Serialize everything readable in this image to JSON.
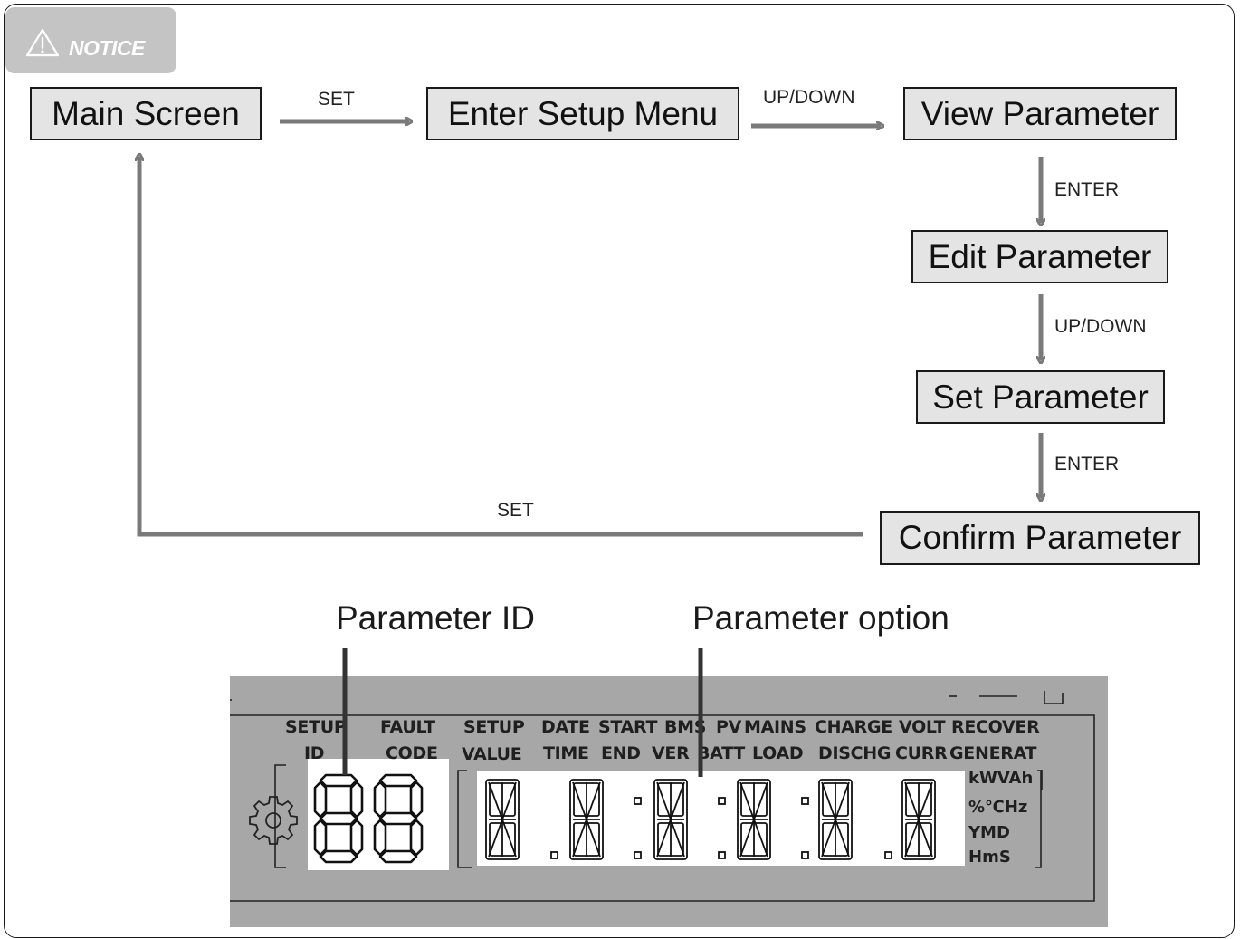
{
  "notice": {
    "label": "NOTICE",
    "icon": "warning-triangle-icon",
    "background": "#c4c4c4"
  },
  "flow": {
    "boxes": {
      "main_screen": "Main Screen",
      "enter_setup_menu": "Enter Setup Menu",
      "view_parameter": "View Parameter",
      "edit_parameter": "Edit Parameter",
      "set_parameter": "Set Parameter",
      "confirm_parameter": "Confirm Parameter"
    },
    "edges": {
      "main_to_setup": "SET",
      "setup_to_view": "UP/DOWN",
      "view_to_edit": "ENTER",
      "edit_to_set": "UP/DOWN",
      "set_to_confirm": "ENTER",
      "confirm_to_main": "SET"
    },
    "box_fill": "#e4e4e4",
    "arrow_color": "#7a7a7a"
  },
  "callouts": {
    "parameter_id": "Parameter ID",
    "parameter_option": "Parameter option"
  },
  "lcd": {
    "background": "#a7a7a7",
    "headers_top": [
      "SETUP",
      "FAULT",
      "SETUP",
      "DATE",
      "START",
      "BMS",
      "PV",
      "MAINS",
      "CHARGE",
      "VOLT",
      "RECOVER"
    ],
    "headers_bottom": [
      "ID",
      "CODE",
      "VALUE",
      "TIME",
      "END",
      "VER",
      "BATT",
      "LOAD",
      "DISCHG",
      "CURR",
      "GENERAT"
    ],
    "units": [
      "kWVAh",
      "%℃Hz",
      "YMD",
      "HmS"
    ],
    "icon": "gear-icon",
    "param_id_digits": "88",
    "param_option_digits": 6
  }
}
